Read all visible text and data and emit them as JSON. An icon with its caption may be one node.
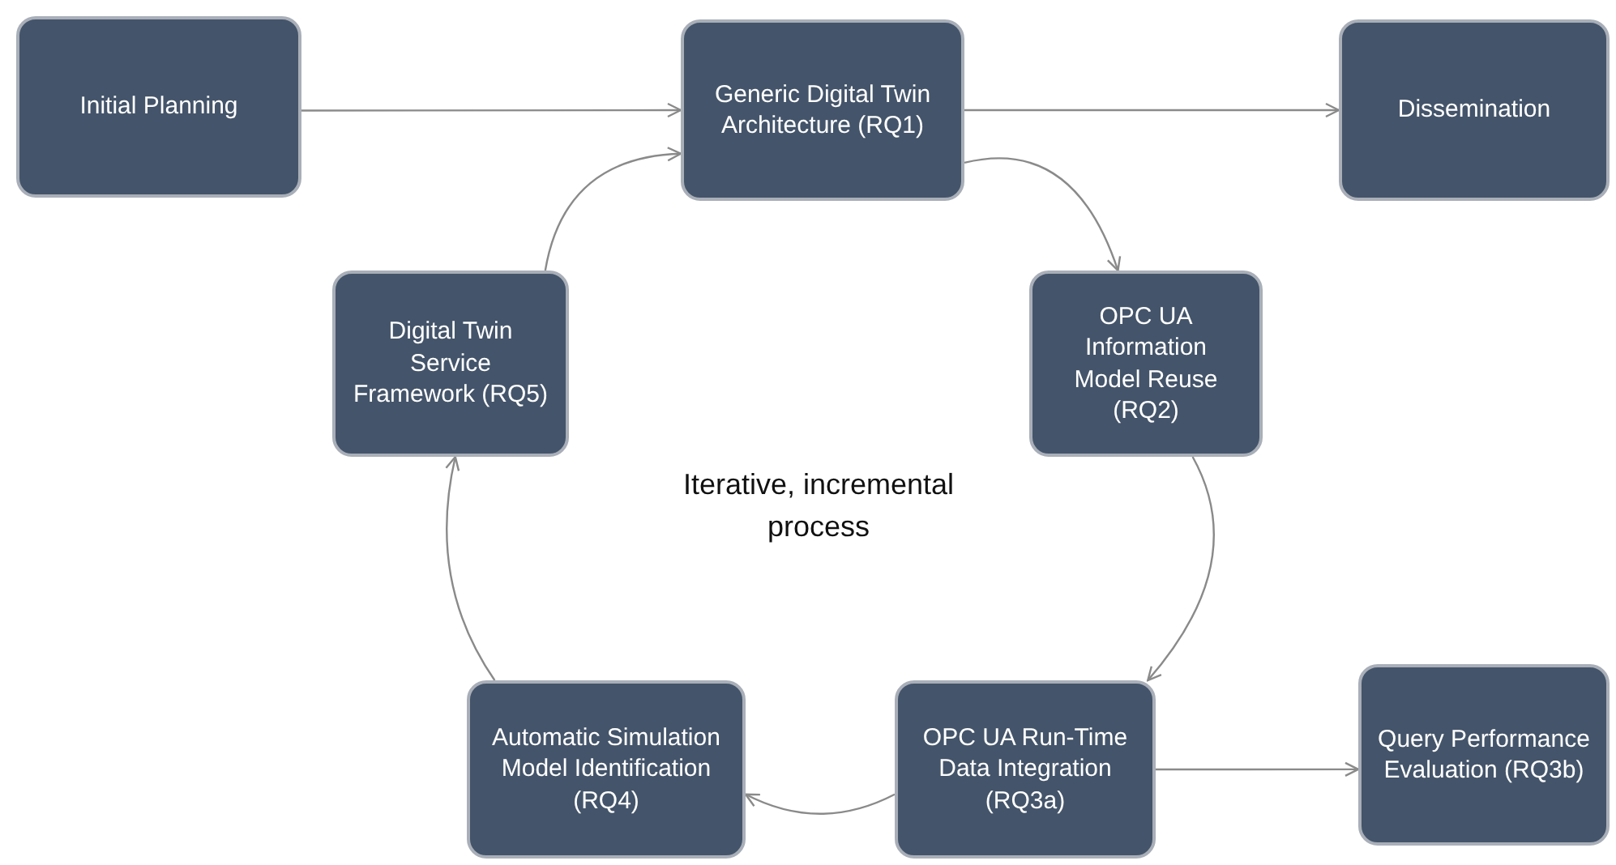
{
  "diagram": {
    "nodes": [
      {
        "text": [
          "Initial Planning"
        ]
      },
      {
        "text": [
          "Generic Digital Twin Architecture (RQ1)"
        ]
      },
      {
        "text": [
          "Dissemination"
        ]
      },
      {
        "text": [
          "Digital Twin Service Framework (RQ5)"
        ]
      },
      {
        "text": [
          "OPC UA Information Model Reuse (RQ2)"
        ]
      },
      {
        "text": [
          "Automatic Simulation Model Identification (RQ4)"
        ]
      },
      {
        "text": [
          "OPC UA Run-Time Data Integration (RQ3a)"
        ]
      },
      {
        "text": [
          "Query Performance Evaluation (RQ3b)"
        ]
      }
    ],
    "edges": [
      {
        "from": 0,
        "to": 1,
        "arrow": "to"
      },
      {
        "from": 1,
        "to": 2,
        "arrow": "to"
      },
      {
        "from": 1,
        "to": 4,
        "arrow": "to"
      },
      {
        "from": 4,
        "to": 6,
        "arrow": "to"
      },
      {
        "from": 6,
        "to": 7,
        "arrow": "to"
      },
      {
        "from": 6,
        "to": 5,
        "arrow": "to"
      },
      {
        "from": 5,
        "to": 3,
        "arrow": "to"
      },
      {
        "from": 3,
        "to": 1,
        "arrow": "to"
      }
    ],
    "labels": [
      "Iterative, incremental process"
    ]
  }
}
